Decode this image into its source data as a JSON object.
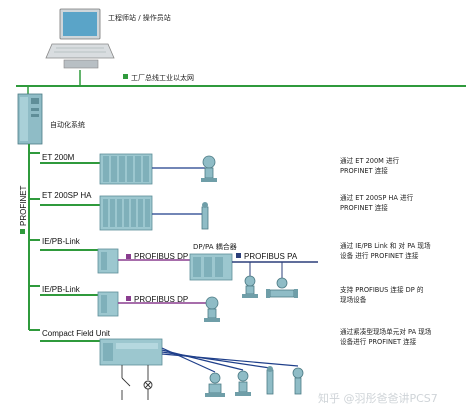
{
  "workstation_label": "工程师站 / 操作员站",
  "plant_bus_label": "工厂总线工业以太网",
  "automation_system_label": "自动化系统",
  "profinet_label": "PROFINET",
  "rows": [
    {
      "device_label": "ET 200M",
      "description_lines": [
        "通过 ET 200M 进行",
        "PROFINET 连接"
      ]
    },
    {
      "device_label": "ET 200SP HA",
      "description_lines": [
        "通过 ET 200SP HA 进行",
        "PROFINET 连接"
      ]
    },
    {
      "device_label": "IE/PB-Link",
      "description_lines": [
        "通过 IE/PB Link 和 对 PA 现场",
        "设备 进行 PROFINET 连接"
      ]
    },
    {
      "device_label": "IE/PB-Link",
      "description_lines": [
        "支持 PROFIBUS 连接 DP 的",
        "现场设备"
      ]
    },
    {
      "device_label": "Compact Field Unit",
      "description_lines": [
        "通过紧凑型现场单元对 PA 现场",
        "设备进行 PROFINET 连接"
      ]
    }
  ],
  "profibus_dp_label": "PROFIBUS DP",
  "dp_pa_coupler_label": "DP/PA 耦合器",
  "profibus_pa_label": "PROFIBUS PA",
  "watermark": "知乎 @羽彤爸爸讲PCS7",
  "colors": {
    "profinet_green": "#2f9a3c",
    "profibus_purple": "#8a3d8f",
    "profibus_pa_navy": "#2b3f7a",
    "field_bus_navy": "#1f3f8a",
    "device_fill": "#9cc7cf",
    "device_dark": "#6f9ea8"
  }
}
